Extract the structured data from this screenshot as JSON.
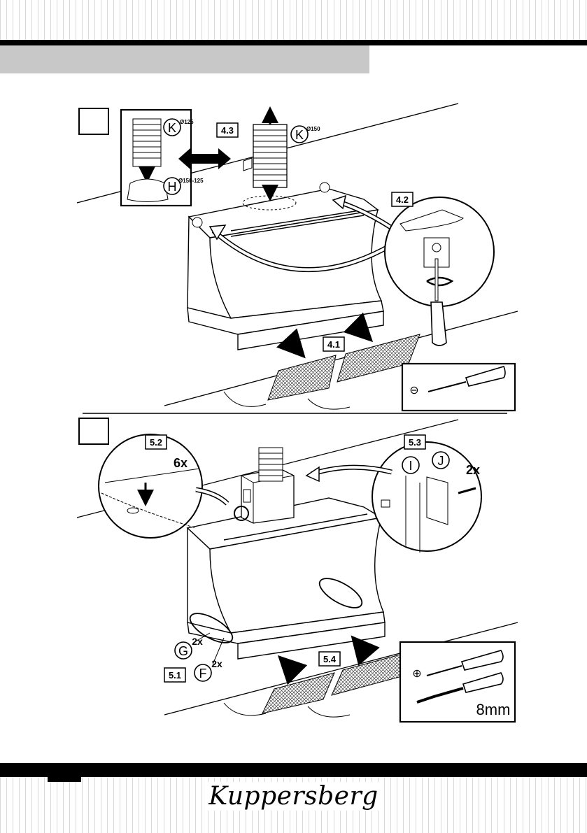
{
  "brand": {
    "logo_text": "Kuppersberg"
  },
  "step_a": {
    "step_number": "",
    "labels": {
      "duct_change": "4.3",
      "screw_adjust": "4.2",
      "filters_remove": "4.1"
    },
    "parts": {
      "k_small": {
        "letter": "K",
        "size": "Ø125"
      },
      "h_adapter": {
        "letter": "H",
        "size": "Ø150-125"
      },
      "k_large": {
        "letter": "K",
        "size": "Ø150"
      }
    },
    "tool": {
      "type_symbol": "⊖"
    }
  },
  "step_b": {
    "step_number": "",
    "labels": {
      "wall_marks": "5.2",
      "bracket_screws": "5.3",
      "fix_screws": "5.1",
      "filters_insert": "5.4"
    },
    "counts": {
      "wall_marks": "6x",
      "bracket_screws": "2x",
      "g_screws": "2x",
      "f_screws": "2x"
    },
    "parts": {
      "i": {
        "letter": "I"
      },
      "j": {
        "letter": "J"
      },
      "g": {
        "letter": "G"
      },
      "f": {
        "letter": "F"
      }
    },
    "tools": {
      "type_symbol": "⊕",
      "socket_size": "8mm"
    }
  }
}
